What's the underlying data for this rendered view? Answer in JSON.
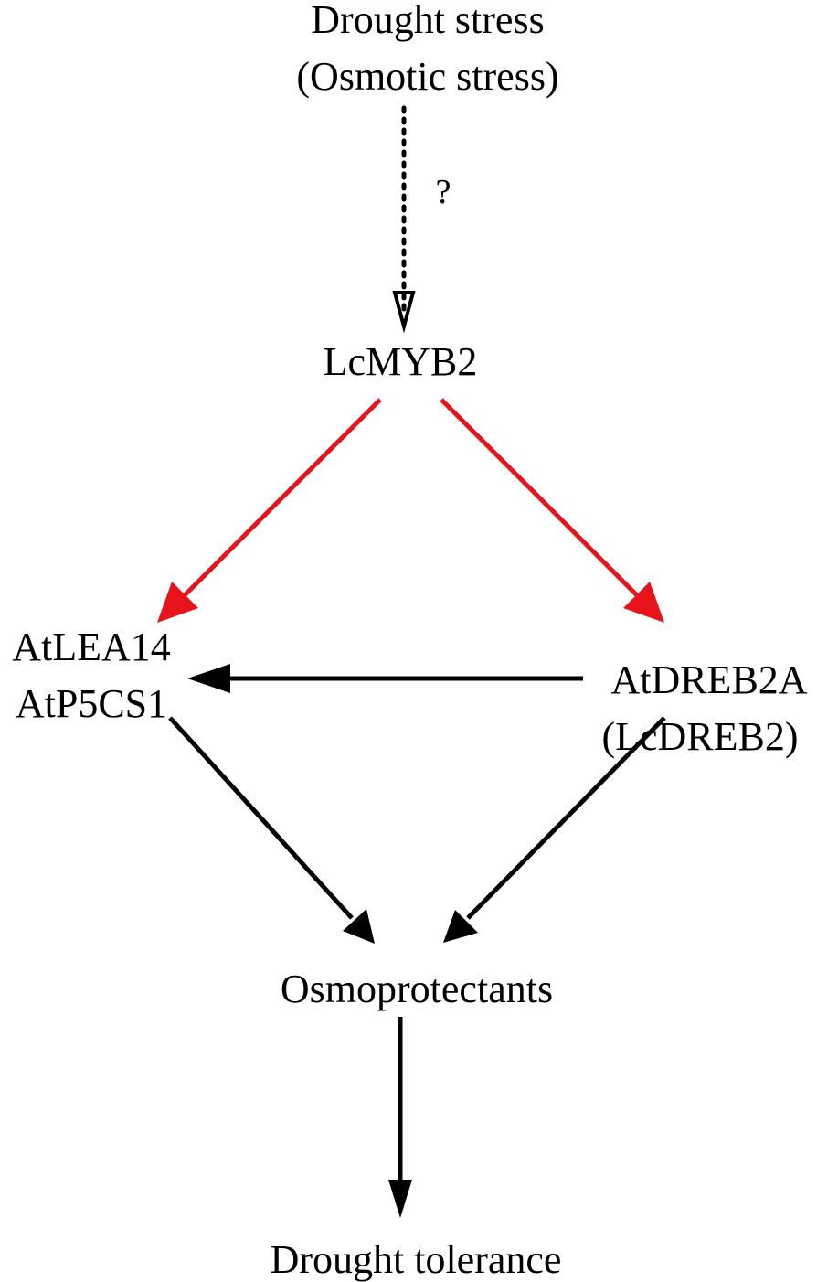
{
  "nodes": {
    "drought_stress": {
      "line1": "Drought stress",
      "line2": "(Osmotic stress)"
    },
    "unknown_mark": "?",
    "lcmyb2": "LcMYB2",
    "left_genes": {
      "line1": "AtLEA14",
      "line2": "AtP5CS1"
    },
    "right_genes": {
      "line1": "AtDREB2A",
      "line2": "(LcDREB2)"
    },
    "osmoprotectants": "Osmoprotectants",
    "drought_tolerance": "Drought tolerance"
  },
  "colors": {
    "text": "#000000",
    "arrow_black": "#000000",
    "arrow_red": "#e8141c",
    "background": "#ffffff"
  },
  "edges": [
    {
      "from": "drought_stress",
      "to": "lcmyb2",
      "style": "dotted",
      "color": "black"
    },
    {
      "from": "lcmyb2",
      "to": "left_genes",
      "style": "solid",
      "color": "red"
    },
    {
      "from": "lcmyb2",
      "to": "right_genes",
      "style": "solid",
      "color": "red"
    },
    {
      "from": "right_genes",
      "to": "left_genes",
      "style": "solid",
      "color": "black"
    },
    {
      "from": "left_genes",
      "to": "osmoprotectants",
      "style": "solid",
      "color": "black"
    },
    {
      "from": "right_genes",
      "to": "osmoprotectants",
      "style": "solid",
      "color": "black"
    },
    {
      "from": "osmoprotectants",
      "to": "drought_tolerance",
      "style": "solid",
      "color": "black"
    }
  ]
}
